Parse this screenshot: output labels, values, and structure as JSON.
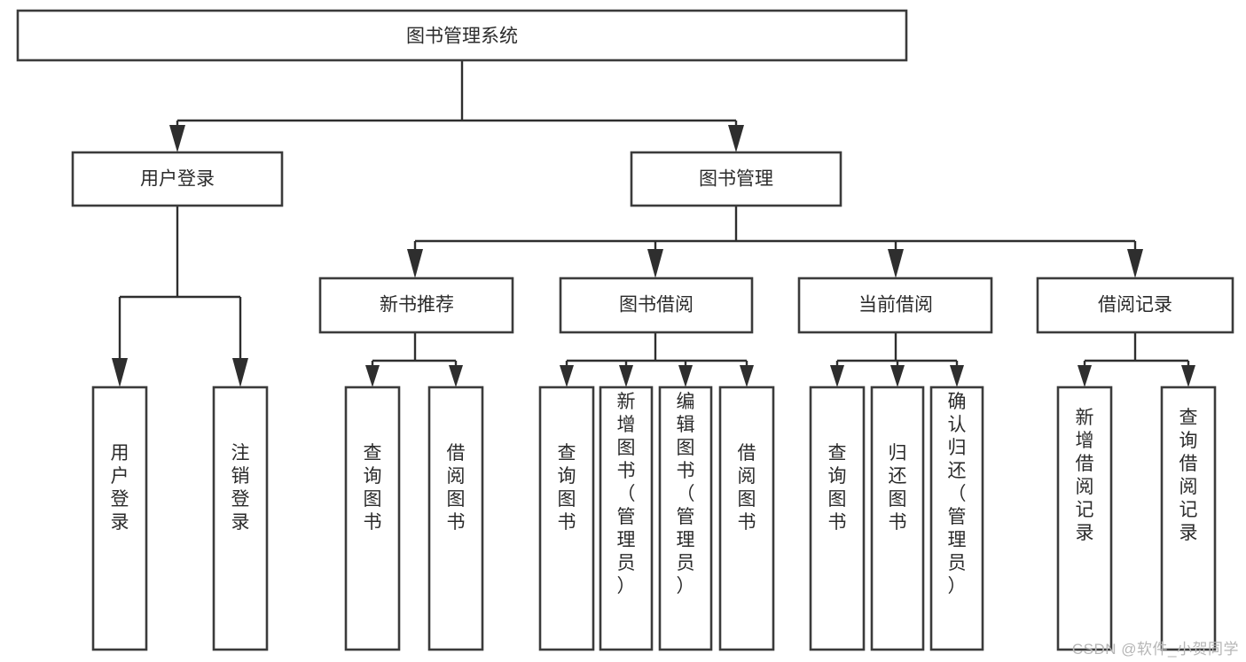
{
  "diagram": {
    "type": "tree-hierarchy",
    "title": "图书管理系统",
    "watermark": "CSDN @软件_小贺同学",
    "accent_color": "#2e2e2e",
    "border_color": "#3b3b3b",
    "background_color": "#ffffff",
    "levels": 4,
    "root": {
      "id": "root",
      "label": "图书管理系统",
      "orientation": "horizontal"
    },
    "level2": [
      {
        "id": "user-login",
        "label": "用户登录",
        "orientation": "horizontal"
      },
      {
        "id": "book-manage",
        "label": "图书管理",
        "orientation": "horizontal"
      }
    ],
    "level3": [
      {
        "id": "new-book-recommend",
        "label": "新书推荐",
        "parent": "book-manage",
        "orientation": "horizontal"
      },
      {
        "id": "book-borrow",
        "label": "图书借阅",
        "parent": "book-manage",
        "orientation": "horizontal"
      },
      {
        "id": "current-borrow",
        "label": "当前借阅",
        "parent": "book-manage",
        "orientation": "horizontal"
      },
      {
        "id": "borrow-record",
        "label": "借阅记录",
        "parent": "book-manage",
        "orientation": "horizontal"
      }
    ],
    "leaves": [
      {
        "id": "leaf-user-login",
        "label": "用户登录",
        "parent": "user-login",
        "orientation": "vertical"
      },
      {
        "id": "leaf-logout-login",
        "label": "注销登录",
        "parent": "user-login",
        "orientation": "vertical"
      },
      {
        "id": "leaf-query-book-1",
        "label": "查询图书",
        "parent": "new-book-recommend",
        "orientation": "vertical"
      },
      {
        "id": "leaf-borrow-book-1",
        "label": "借阅图书",
        "parent": "new-book-recommend",
        "orientation": "vertical"
      },
      {
        "id": "leaf-query-book-2",
        "label": "查询图书",
        "parent": "book-borrow",
        "orientation": "vertical"
      },
      {
        "id": "leaf-add-book",
        "label": "新增图书（管理员）",
        "parent": "book-borrow",
        "orientation": "vertical"
      },
      {
        "id": "leaf-edit-book",
        "label": "编辑图书（管理员）",
        "parent": "book-borrow",
        "orientation": "vertical"
      },
      {
        "id": "leaf-borrow-book-2",
        "label": "借阅图书",
        "parent": "book-borrow",
        "orientation": "vertical"
      },
      {
        "id": "leaf-query-book-3",
        "label": "查询图书",
        "parent": "current-borrow",
        "orientation": "vertical"
      },
      {
        "id": "leaf-return-book",
        "label": "归还图书",
        "parent": "current-borrow",
        "orientation": "vertical"
      },
      {
        "id": "leaf-confirm-return",
        "label": "确认归还（管理员）",
        "parent": "current-borrow",
        "orientation": "vertical"
      },
      {
        "id": "leaf-add-record",
        "label": "新增借阅记录",
        "parent": "borrow-record",
        "orientation": "vertical"
      },
      {
        "id": "leaf-query-record",
        "label": "查询借阅记录",
        "parent": "borrow-record",
        "orientation": "vertical"
      }
    ]
  }
}
